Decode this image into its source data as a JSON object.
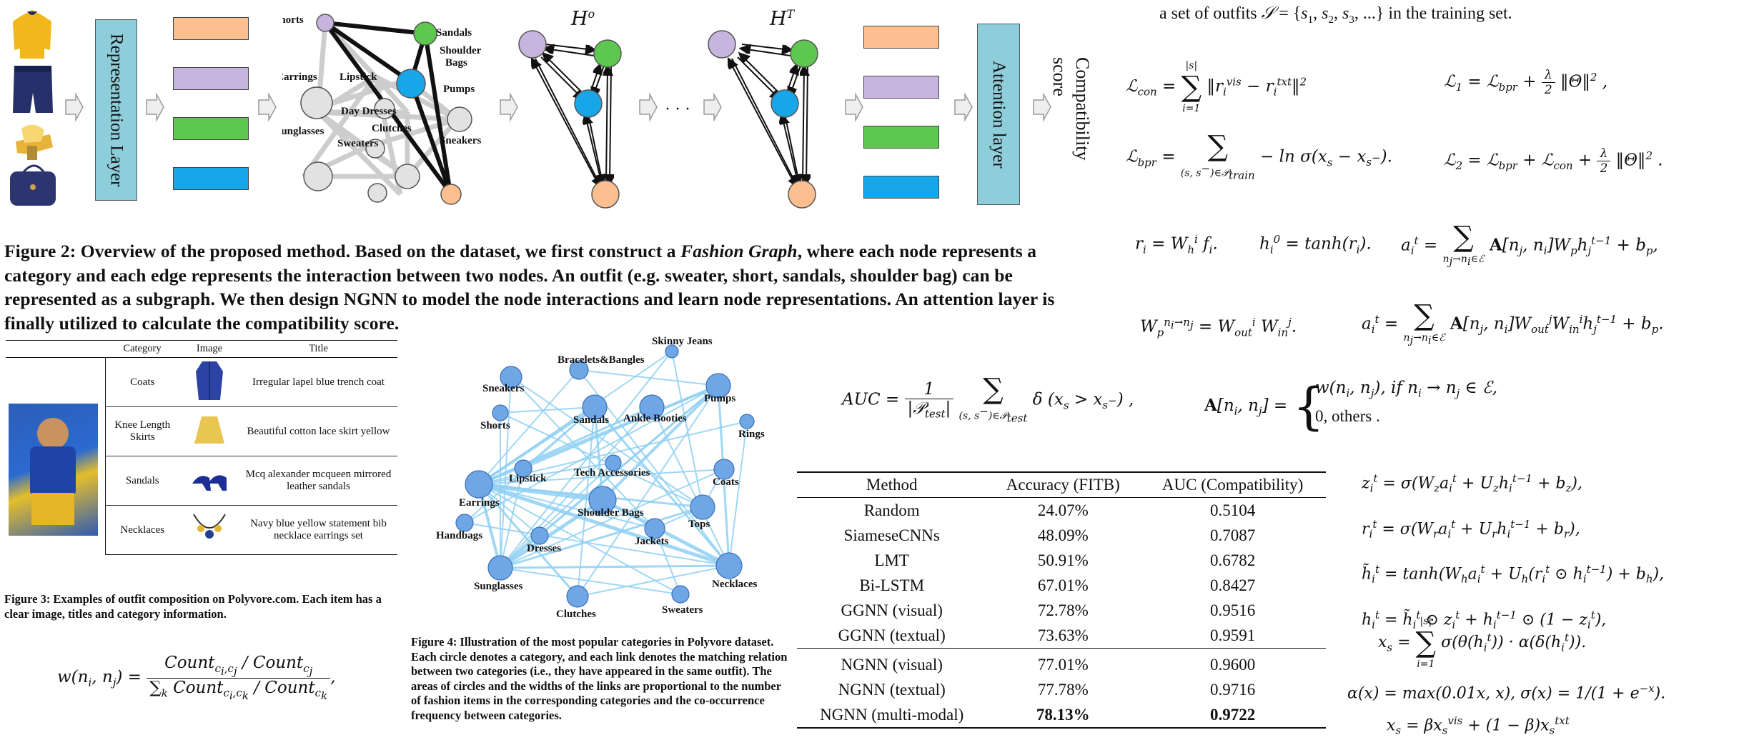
{
  "fig2": {
    "representation_label": "Representation Layer",
    "attention_label": "Attention layer",
    "compat_label": "Compatibility score",
    "h0_label": "H",
    "h0_sup": "o",
    "ht_label": "H",
    "ht_sup": "T",
    "ellipsis": "· · ·",
    "graph_nodes": [
      "Shorts",
      "Sandals",
      "Shoulder Bags",
      "Earrings",
      "Lipstick",
      "Pumps",
      "Day Dresses",
      "Sunglasses",
      "Clutches",
      "Sweaters",
      "Sneakers"
    ],
    "caption_lead": "Figure 2: Overview of the proposed method. Based on the dataset, we first construct a ",
    "caption_em": "Fashion Graph",
    "caption_rest": ", where each node represents a category and each edge represents the interaction between two nodes. An outfit (e.g. sweater, short, sandals, shoulder bag) can be represented as a subgraph. We then design NGNN to model the node interactions and learn node representations. An attention layer is finally utilized to calculate the compatibility score."
  },
  "fig3": {
    "headers": [
      "Category",
      "Image",
      "Title"
    ],
    "rows": [
      {
        "category": "Coats",
        "title": "Irregular lapel blue trench coat"
      },
      {
        "category": "Knee Length Skirts",
        "title": "Beautiful cotton lace skirt yellow"
      },
      {
        "category": "Sandals",
        "title": "Mcq alexander mcqueen mirrored leather sandals"
      },
      {
        "category": "Necklaces",
        "title": "Navy blue yellow statement bib necklace earrings set"
      }
    ],
    "caption": "Figure 3: Examples of outfit composition on Polyvore.com. Each item has a clear image, titles and category information."
  },
  "fig4": {
    "nodes": [
      "Skinny Jeans",
      "Bracelets&Bangles",
      "Sneakers",
      "Pumps",
      "Shorts",
      "Sandals",
      "Ankle Booties",
      "Rings",
      "Tech Accessories",
      "Lipstick",
      "Coats",
      "Earrings",
      "Shoulder Bags",
      "Tops",
      "Handbags",
      "Dresses",
      "Jackets",
      "Sunglasses",
      "Necklaces",
      "Clutches",
      "Sweaters"
    ],
    "caption": "Figure 4: Illustration of the most popular categories in Polyvore dataset. Each circle denotes a category, and each link denotes the matching relation between two categories (i.e., they have appeared in the same outfit). The areas of circles and the widths of the links are proportional to the number of fashion items in the corresponding categories and the co-occurrence frequency between categories."
  },
  "text": {
    "training_set": "a set of outfits 𝒮 = {s1, s2, s3, ...} in the training set.",
    "others": "0,  others ."
  },
  "table": {
    "headers": [
      "Method",
      "Accuracy (FITB)",
      "AUC (Compatibility)"
    ],
    "group1": [
      {
        "method": "Random",
        "acc": "24.07%",
        "auc": "0.5104"
      },
      {
        "method": "SiameseCNNs",
        "acc": "48.09%",
        "auc": "0.7087"
      },
      {
        "method": "LMT",
        "acc": "50.91%",
        "auc": "0.6782"
      },
      {
        "method": "Bi-LSTM",
        "acc": "67.01%",
        "auc": "0.8427"
      },
      {
        "method": "GGNN (visual)",
        "acc": "72.78%",
        "auc": "0.9516"
      },
      {
        "method": "GGNN (textual)",
        "acc": "73.63%",
        "auc": "0.9591"
      }
    ],
    "group2": [
      {
        "method": "NGNN (visual)",
        "acc": "77.01%",
        "auc": "0.9600"
      },
      {
        "method": "NGNN (textual)",
        "acc": "77.78%",
        "auc": "0.9716"
      },
      {
        "method": "NGNN (multi-modal)",
        "acc": "78.13%",
        "auc": "0.9722"
      }
    ]
  },
  "colors": {
    "orange": "#fdbf8f",
    "purple": "#c7b4df",
    "green": "#5ec74f",
    "blue": "#17a6e8",
    "teal_box": "#8ecdda",
    "graph_blue": "#6fa7e6",
    "link_blue": "#8fd0f3"
  }
}
